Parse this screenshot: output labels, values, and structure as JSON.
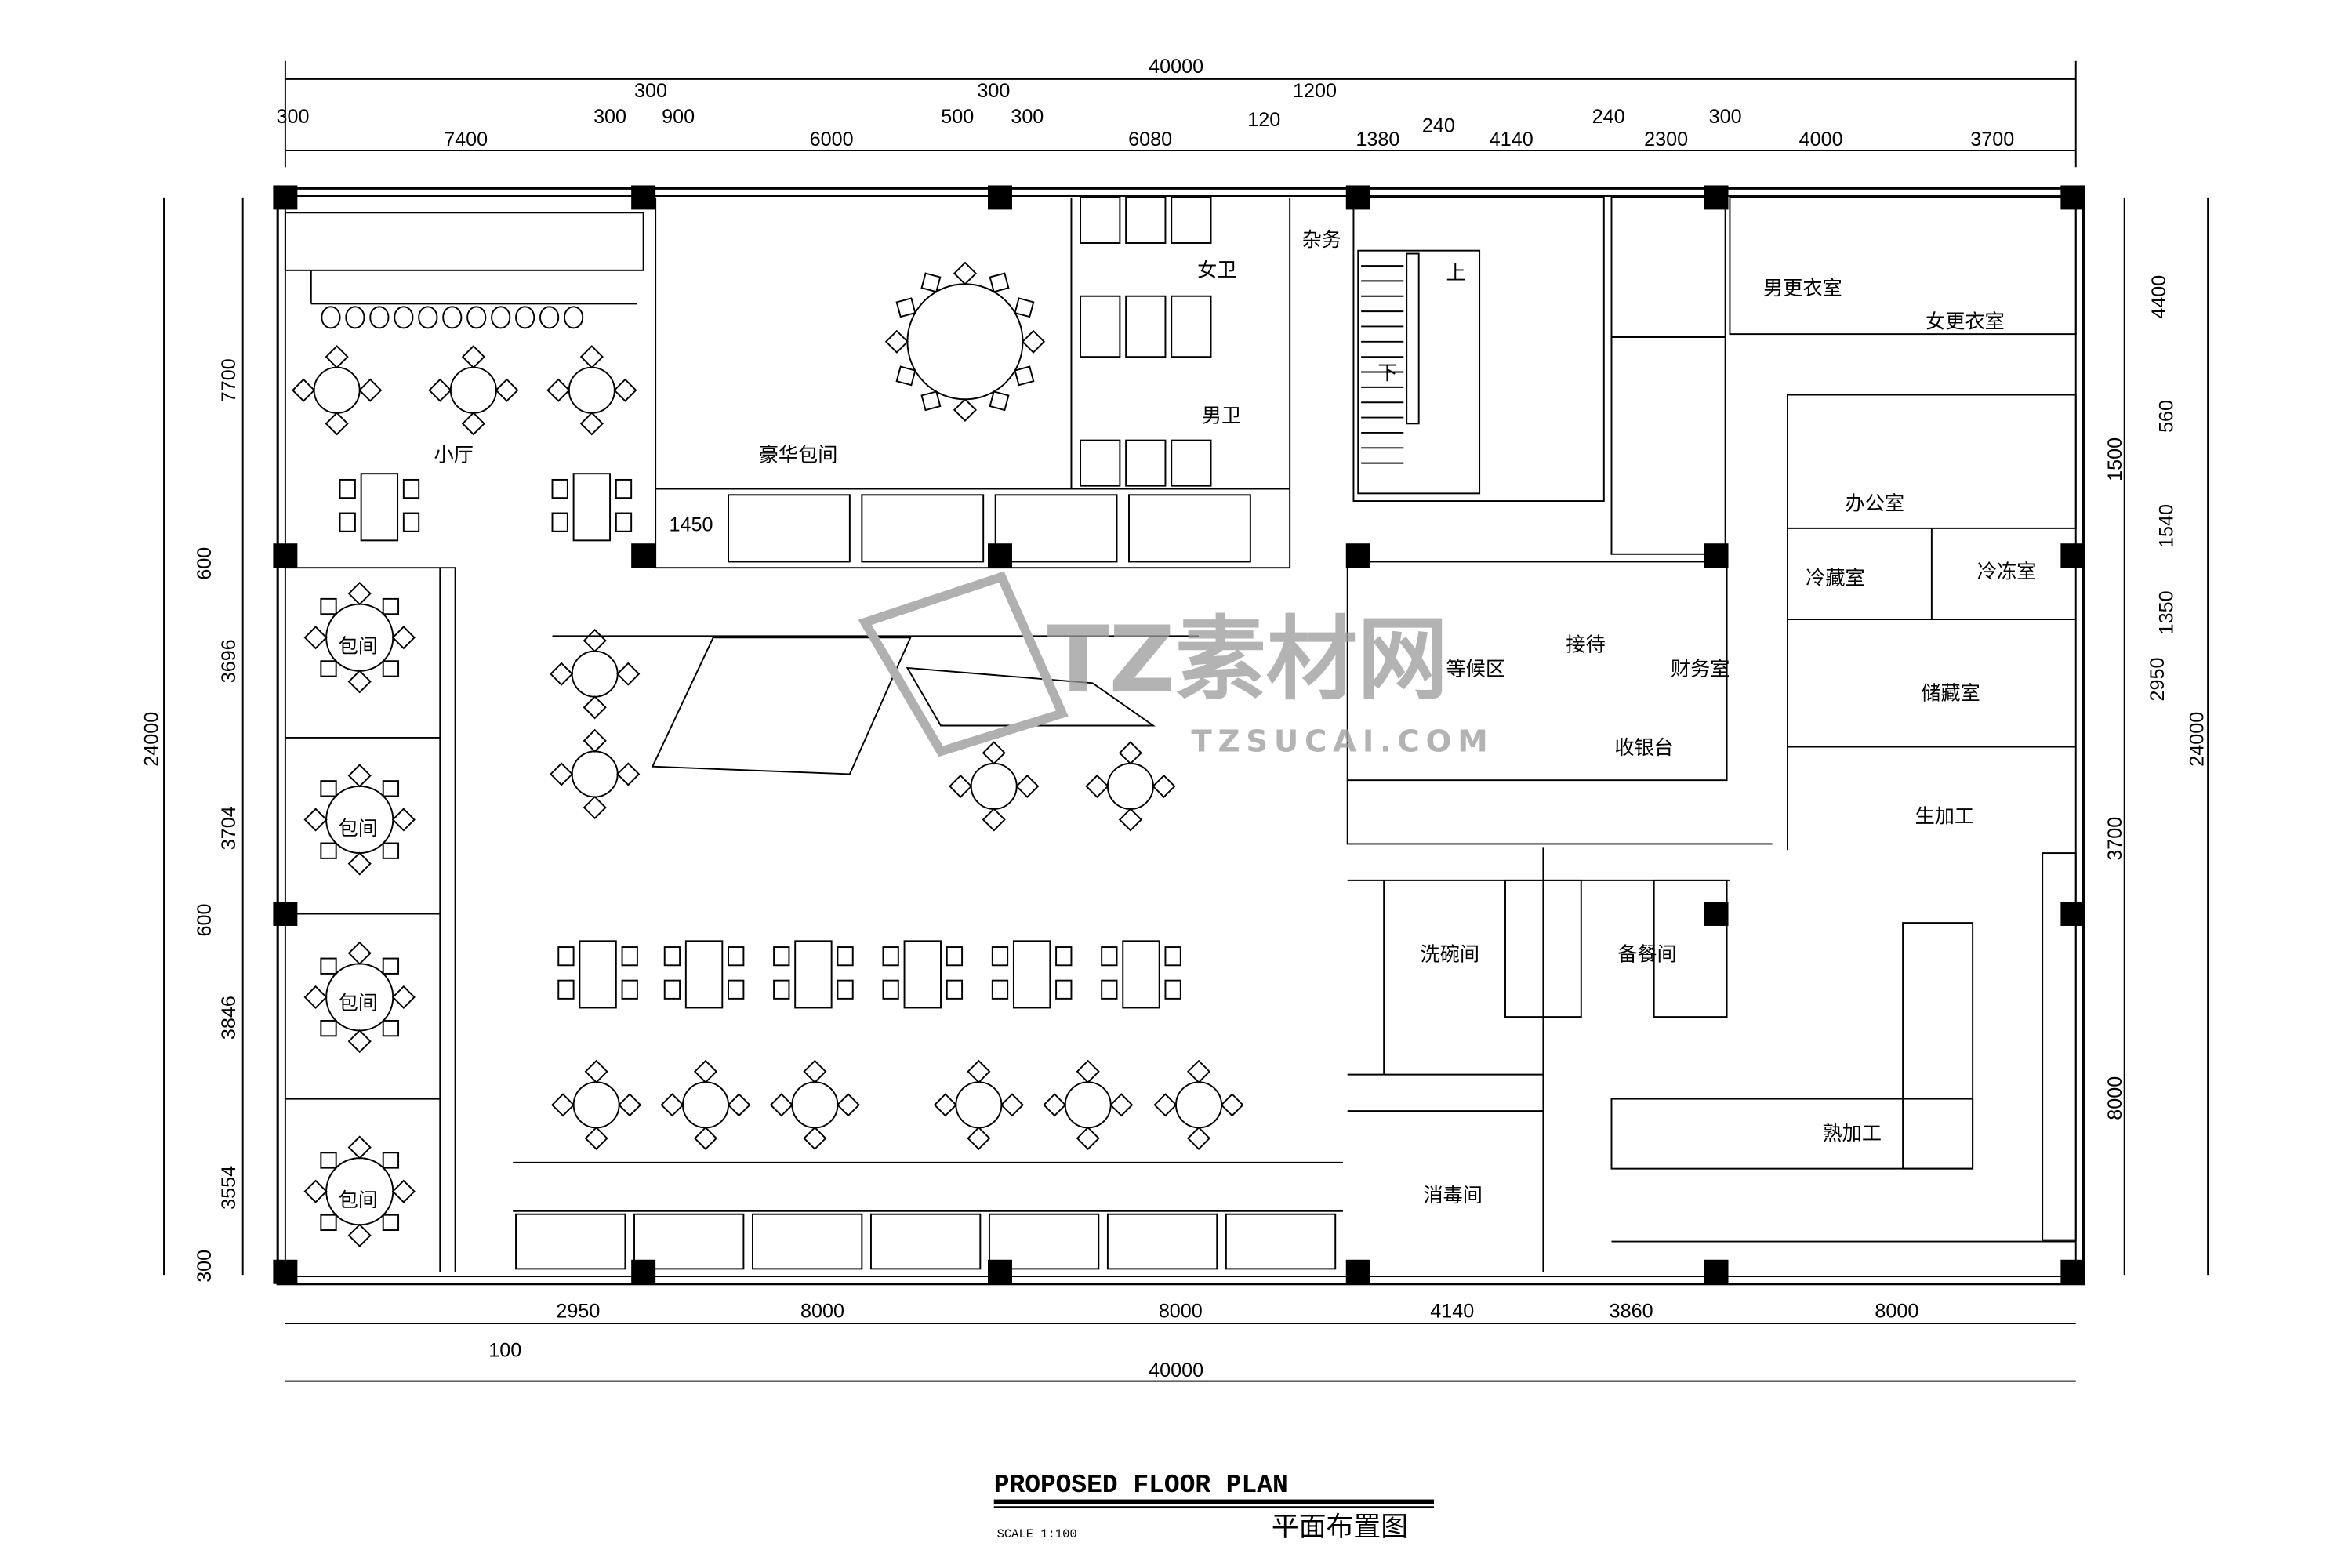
{
  "title": {
    "en": "PROPOSED FLOOR PLAN",
    "cn": "平面布置图",
    "scale": "SCALE 1:100"
  },
  "watermark": {
    "logo": "TZ素材网",
    "url": "TZSUCAI.COM"
  },
  "rooms": {
    "small_hall": "小厅",
    "luxury_room": "豪华包间",
    "women_wc": "女卫",
    "men_wc": "男卫",
    "utility": "杂务",
    "men_locker": "男更衣室",
    "women_locker": "女更衣室",
    "office": "办公室",
    "cold_room": "冷藏室",
    "freezer": "冷冻室",
    "storage": "储藏室",
    "waiting": "等候区",
    "reception": "接待",
    "finance": "财务室",
    "cashier": "收银台",
    "private_room": "包间",
    "raw_processing": "生加工",
    "dishwashing": "洗碗间",
    "prep": "备餐间",
    "cooked_processing": "熟加工",
    "disinfection": "消毒间",
    "stair_up": "上",
    "stair_down": "下",
    "note_1450": "1450"
  },
  "dims": {
    "top_total": "40000",
    "top_upper": [
      "300",
      "300",
      "1200"
    ],
    "top": [
      "300",
      "7400",
      "300",
      "900",
      "6000",
      "500",
      "300",
      "6080",
      "120",
      "1380",
      "240",
      "4140",
      "240",
      "2300",
      "300",
      "4000",
      "3700"
    ],
    "bottom": [
      "2950",
      "8000",
      "8000",
      "4140",
      "3860",
      "8000"
    ],
    "bottom_extra": "100",
    "bottom_total": "40000",
    "left_total": "24000",
    "left": [
      "7700",
      "600",
      "3696",
      "3704",
      "600",
      "3846",
      "3554",
      "300"
    ],
    "right_total": "24000",
    "right": [
      "4400",
      "560",
      "1500",
      "1540",
      "1350",
      "2950",
      "3700",
      "8000"
    ]
  }
}
